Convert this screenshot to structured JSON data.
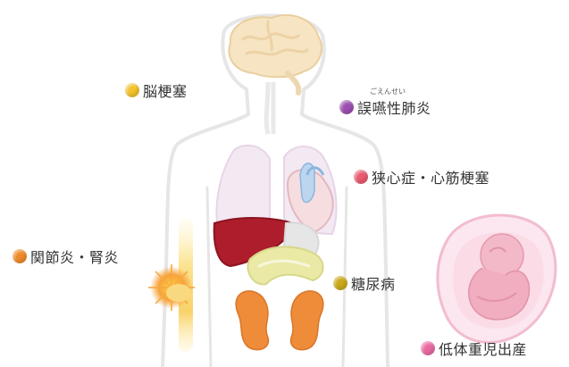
{
  "labels": {
    "stroke": {
      "text": "脳梗塞",
      "color": "#f2c22b"
    },
    "pneumonia": {
      "text": "誤嚥性肺炎",
      "reading": "ごえんせい",
      "color": "#9b4fb0"
    },
    "heart": {
      "text": "狭心症・心筋梗塞",
      "color": "#e85a6e"
    },
    "joint": {
      "text": "関節炎・腎炎",
      "color": "#ee8a2a"
    },
    "diabetes": {
      "text": "糖尿病",
      "color": "#c9a81a"
    },
    "birth": {
      "text": "低体重児出産",
      "color": "#e86aa0"
    }
  }
}
